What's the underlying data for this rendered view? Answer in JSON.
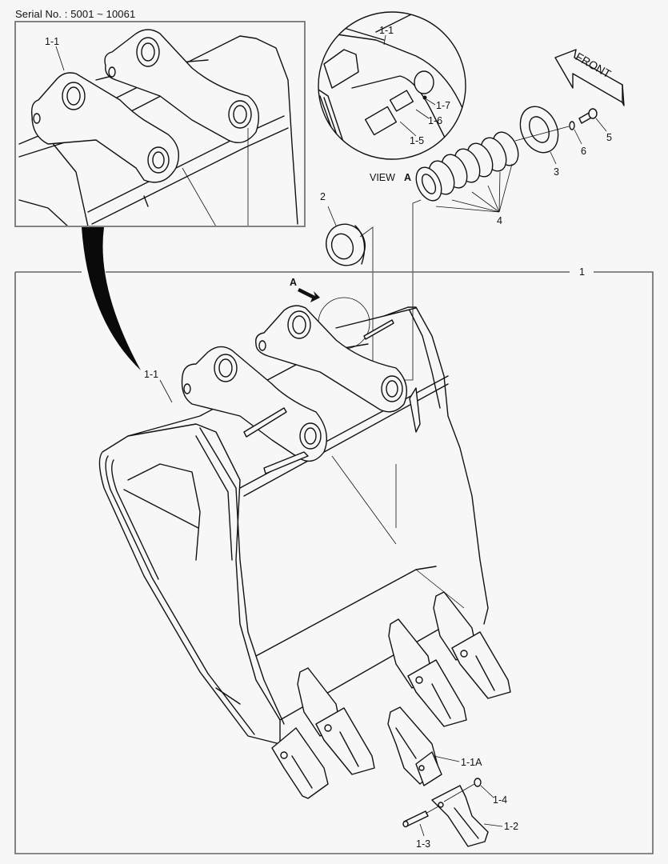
{
  "header": {
    "serial": "Serial No. : 5001 ~ 10061"
  },
  "detail_inset": {
    "label_1_1": "1-1"
  },
  "view_a": {
    "title": "VIEW",
    "title_letter": "A",
    "labels": {
      "p1_1": "1-1",
      "p1_5": "1-5",
      "p1_6": "1-6",
      "p1_7": "1-7"
    }
  },
  "front_arrow": {
    "text": "FRONT"
  },
  "callouts": {
    "p1": "1",
    "p1_1": "1-1",
    "p1_1A": "1-1A",
    "p1_2": "1-2",
    "p1_3": "1-3",
    "p1_4": "1-4",
    "p2": "2",
    "p3": "3",
    "p4": "4",
    "p5": "5",
    "p6": "6",
    "view_marker": "A"
  },
  "colors": {
    "background": "#f7f7f7",
    "line": "#111111",
    "frame": "#666666"
  }
}
